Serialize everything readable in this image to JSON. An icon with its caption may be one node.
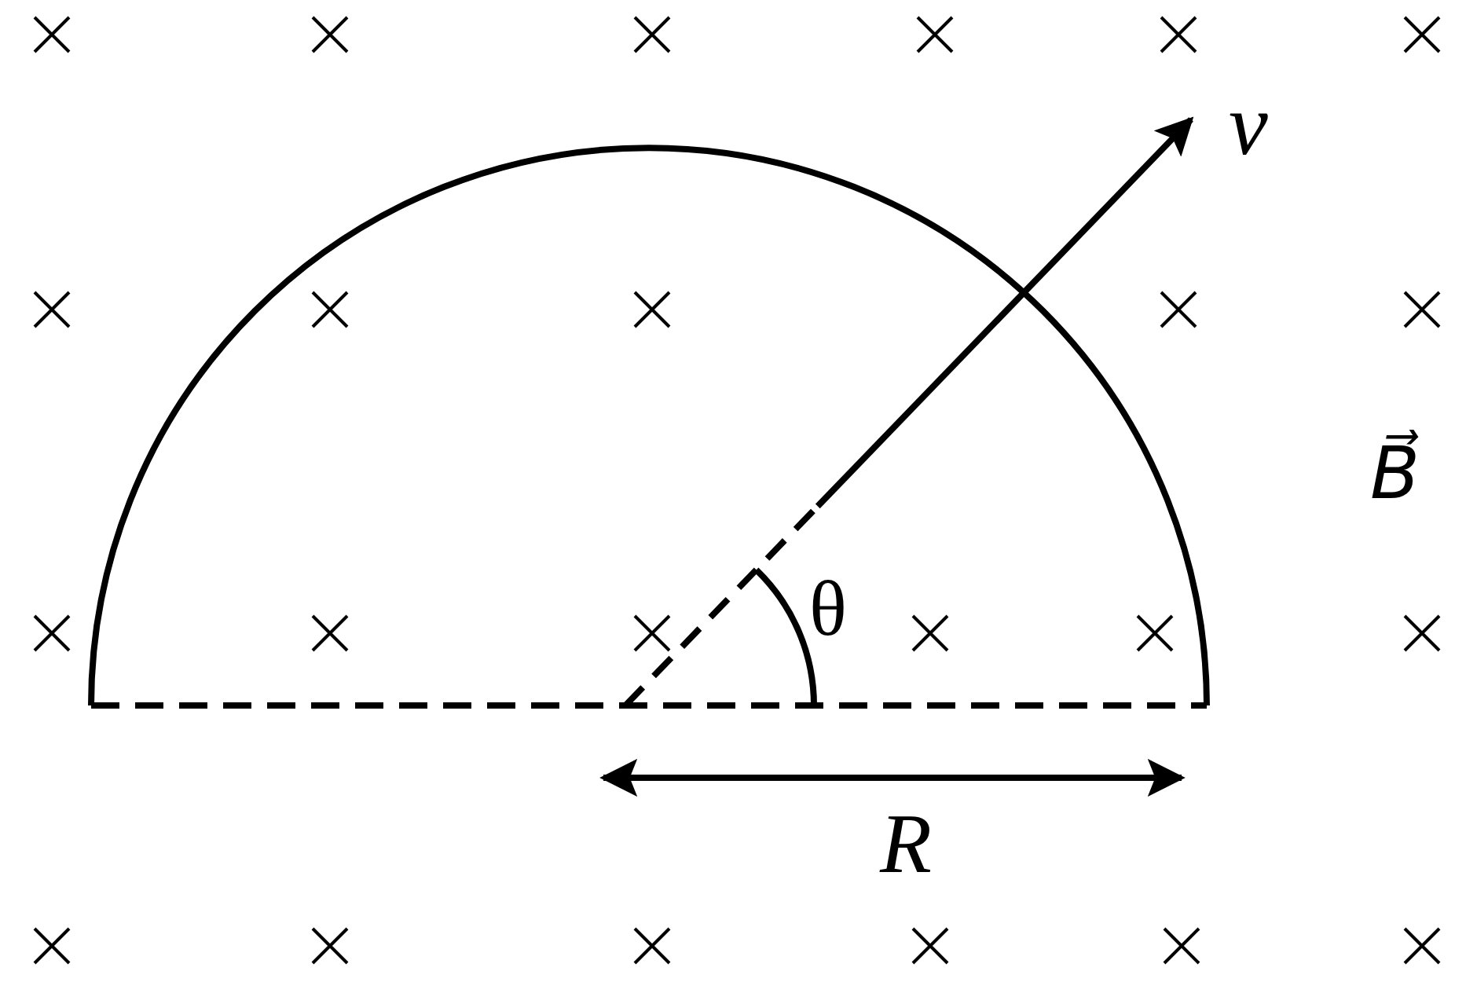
{
  "diagram": {
    "labels": [
      "v",
      "B⃗",
      "θ",
      "R"
    ]
  }
}
